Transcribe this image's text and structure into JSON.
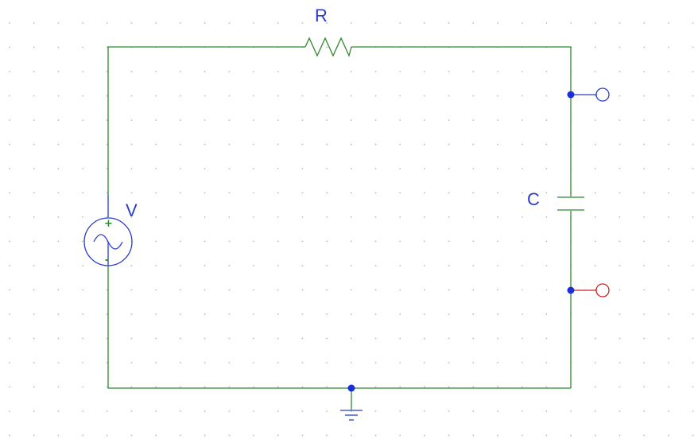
{
  "components": {
    "resistor": {
      "label": "R"
    },
    "capacitor": {
      "label": "C"
    },
    "source": {
      "label": "V",
      "plus": "+",
      "minus": "-"
    }
  },
  "colors": {
    "wire": "#2f8a2f",
    "label": "#2a3ccf",
    "junction": "#1a2fd9",
    "probe_blue": "#2a3ccf",
    "probe_red": "#cc2222",
    "grid_dot": "#b8b8b8",
    "background": "#ffffff"
  },
  "icons": [
    "resistor-symbol",
    "capacitor-symbol",
    "ac-source-symbol",
    "ground-symbol",
    "junction-dot",
    "probe-terminal"
  ]
}
